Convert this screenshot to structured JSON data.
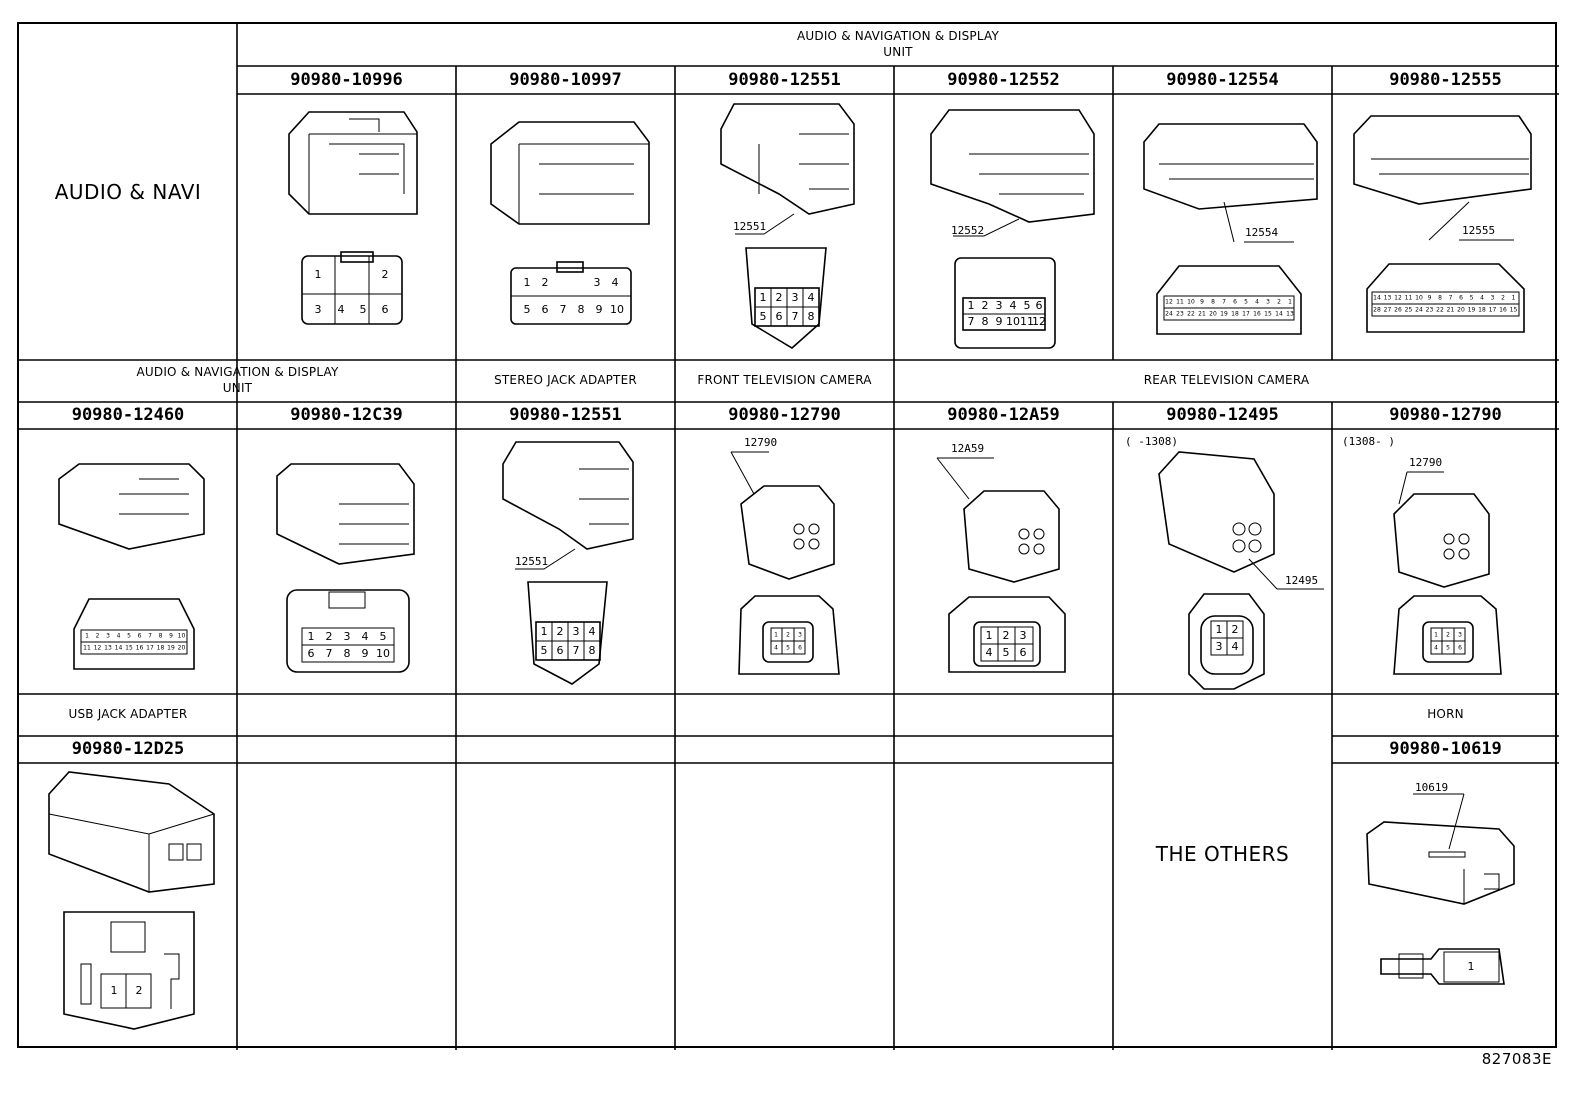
{
  "rows": [
    {
      "row_label": "AUDIO & NAVI",
      "group_headers": [
        {
          "text": "AUDIO & NAVIGATION & DISPLAY",
          "text2": "UNIT"
        }
      ],
      "parts": [
        {
          "pn": "90980-10996",
          "pins_top": [
            "1",
            "",
            "2"
          ],
          "pins_bottom": [
            "3",
            "4",
            "5",
            "6"
          ]
        },
        {
          "pn": "90980-10997",
          "pins_top": [
            "1",
            "2",
            "",
            "3",
            "4"
          ],
          "pins_bottom": [
            "5",
            "6",
            "7",
            "8",
            "9",
            "10"
          ]
        },
        {
          "pn": "90980-12551",
          "callout": "12551",
          "pins_top": [
            "1",
            "2",
            "3",
            "4"
          ],
          "pins_bottom": [
            "5",
            "6",
            "7",
            "8"
          ]
        },
        {
          "pn": "90980-12552",
          "callout": "12552",
          "pins_top": [
            "1",
            "2",
            "3",
            "4",
            "5",
            "6"
          ],
          "pins_bottom": [
            "7",
            "8",
            "9",
            "10",
            "11",
            "12"
          ]
        },
        {
          "pn": "90980-12554",
          "callout": "12554",
          "pins_top": [
            "12",
            "11",
            "10",
            "9",
            "8",
            "7",
            "6",
            "5",
            "4",
            "3",
            "2",
            "1"
          ],
          "pins_bottom": [
            "24",
            "23",
            "22",
            "21",
            "20",
            "19",
            "18",
            "17",
            "16",
            "15",
            "14",
            "13"
          ]
        },
        {
          "pn": "90980-12555",
          "callout": "12555",
          "pins_top": [
            "14",
            "13",
            "12",
            "11",
            "10",
            "9",
            "8",
            "7",
            "6",
            "5",
            "4",
            "3",
            "2",
            "1"
          ],
          "pins_bottom": [
            "28",
            "27",
            "26",
            "25",
            "24",
            "23",
            "22",
            "21",
            "20",
            "19",
            "18",
            "17",
            "16",
            "15"
          ]
        }
      ]
    },
    {
      "group_headers": [
        {
          "text": "AUDIO & NAVIGATION & DISPLAY",
          "text2": "UNIT"
        },
        {
          "text": "STEREO JACK ADAPTER"
        },
        {
          "text": "FRONT TELEVISION CAMERA"
        },
        {
          "text": "REAR TELEVISION CAMERA"
        }
      ],
      "parts": [
        {
          "pn": "90980-12460",
          "pins_top": [
            "1",
            "2",
            "3",
            "4",
            "5",
            "6",
            "7",
            "8",
            "9",
            "10"
          ],
          "pins_bottom": [
            "11",
            "12",
            "13",
            "14",
            "15",
            "16",
            "17",
            "18",
            "19",
            "20"
          ]
        },
        {
          "pn": "90980-12C39",
          "pins_top": [
            "1",
            "2",
            "3",
            "4",
            "5"
          ],
          "pins_bottom": [
            "6",
            "7",
            "8",
            "9",
            "10"
          ]
        },
        {
          "pn": "90980-12551",
          "callout": "12551",
          "pins_top": [
            "1",
            "2",
            "3",
            "4"
          ],
          "pins_bottom": [
            "5",
            "6",
            "7",
            "8"
          ]
        },
        {
          "pn": "90980-12790",
          "callout": "12790",
          "pins_top": [
            "1",
            "2",
            "3"
          ],
          "pins_bottom": [
            "4",
            "5",
            "6"
          ]
        },
        {
          "pn": "90980-12A59",
          "callout": "12A59",
          "pins_top": [
            "1",
            "2",
            "3"
          ],
          "pins_bottom": [
            "4",
            "5",
            "6"
          ]
        },
        {
          "pn": "90980-12495",
          "callout": "12495",
          "note": "(      -1308)",
          "pins_top": [
            "1",
            "2"
          ],
          "pins_bottom": [
            "3",
            "4"
          ]
        },
        {
          "pn": "90980-12790",
          "callout": "12790",
          "note": "(1308-      )",
          "pins_top": [
            "1",
            "2",
            "3"
          ],
          "pins_bottom": [
            "4",
            "5",
            "6"
          ]
        }
      ]
    },
    {
      "group_headers": [
        {
          "text": "USB JACK ADAPTER"
        },
        {
          "text": "HORN"
        }
      ],
      "others_label": "THE OTHERS",
      "parts": [
        {
          "pn": "90980-12D25",
          "pins_top": [
            "1",
            "2"
          ]
        },
        {
          "pn": "90980-10619",
          "callout": "10619",
          "pins_top": [
            "1"
          ]
        }
      ]
    }
  ],
  "footer_code": "827083E"
}
